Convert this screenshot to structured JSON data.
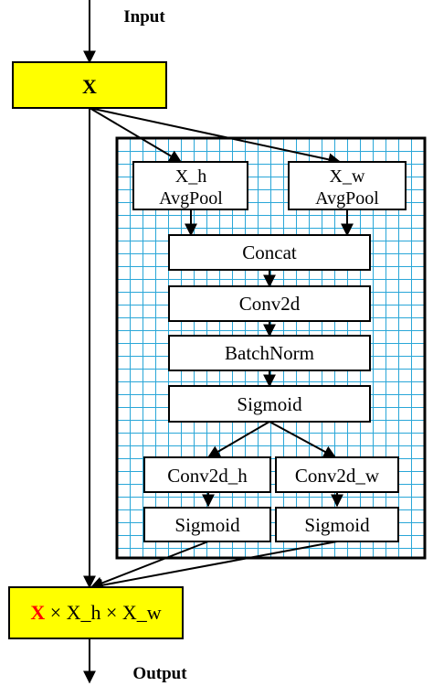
{
  "diagram": {
    "input_label": "Input",
    "output_label": "Output",
    "x_node": {
      "label": "X",
      "label_color": "#ff0000",
      "fill": "#ffff00"
    },
    "output_node": {
      "x": "X",
      "rest": " × X_h × X_w",
      "x_color": "#ff0000",
      "fill": "#ffff00"
    },
    "grid_color": "#2aa7d8",
    "nodes": {
      "pool_h": {
        "line1": "X_h",
        "line2": "AvgPool"
      },
      "pool_w": {
        "line1": "X_w",
        "line2": "AvgPool"
      },
      "concat": "Concat",
      "conv2d": "Conv2d",
      "batchnorm": "BatchNorm",
      "sigmoid": "Sigmoid",
      "conv2d_h": "Conv2d_h",
      "conv2d_w": "Conv2d_w",
      "sigmoid_h": "Sigmoid",
      "sigmoid_w": "Sigmoid"
    }
  }
}
